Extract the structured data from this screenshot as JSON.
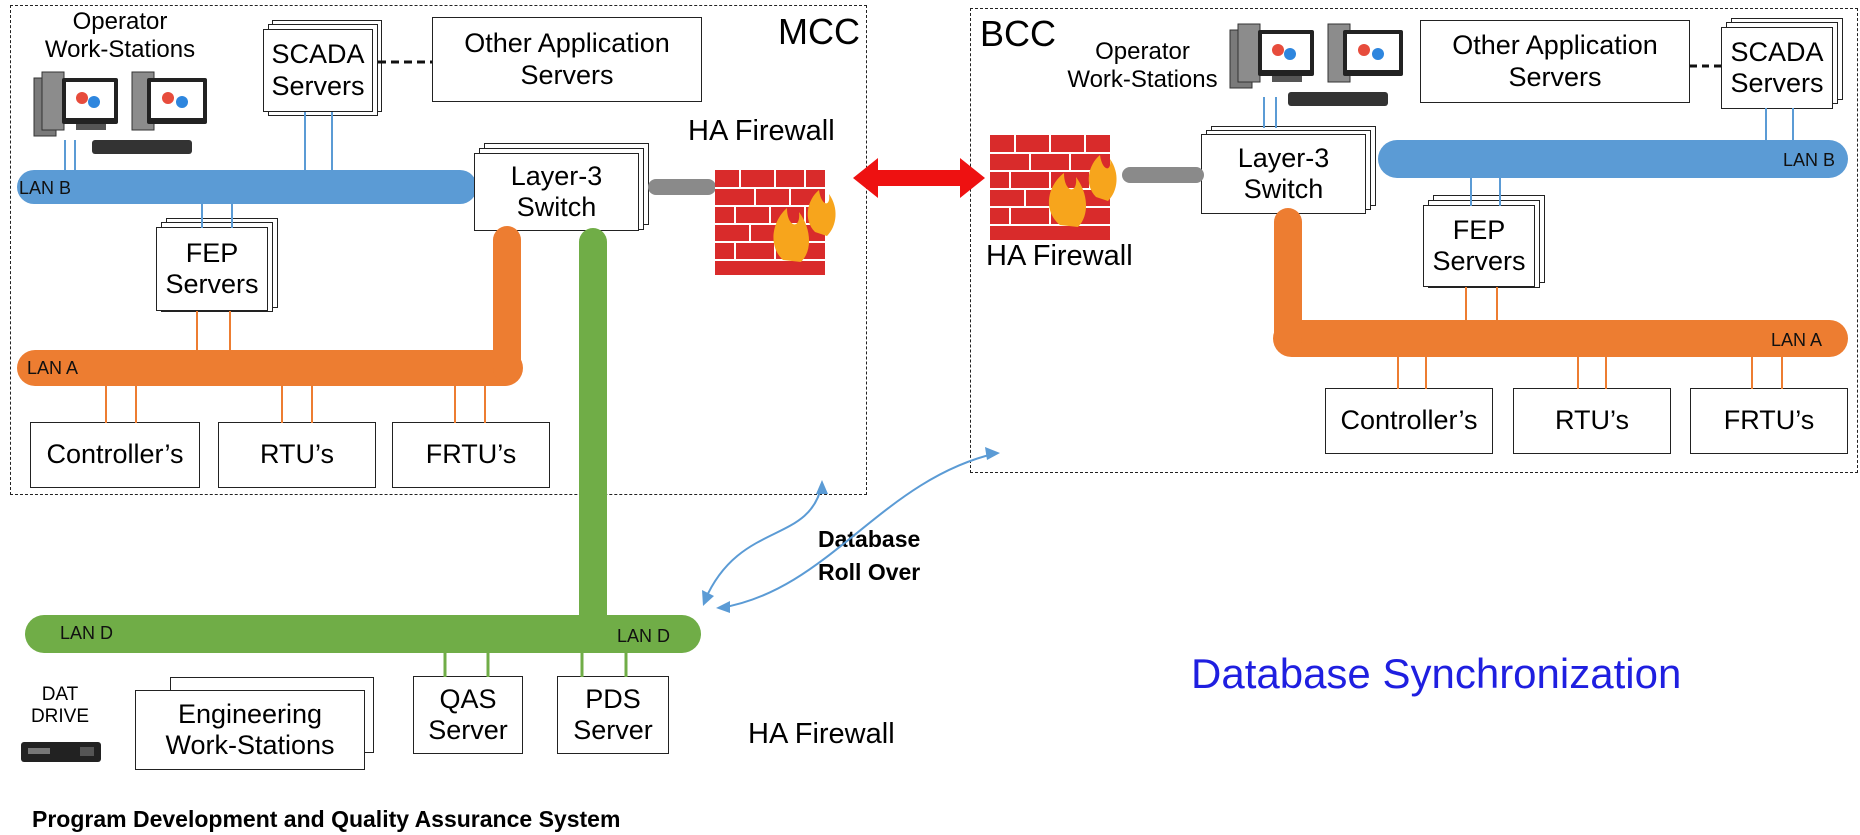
{
  "mcc": {
    "title": "MCC",
    "operator_label": "Operator\nWork-Stations",
    "scada_servers": "SCADA\nServers",
    "other_app_servers": "Other Application\nServers",
    "layer3_switch": "Layer-3\nSwitch",
    "fep_servers": "FEP\nServers",
    "ha_firewall": "HA Firewall",
    "lan_b": "LAN B",
    "lan_a": "LAN A",
    "controllers": "Controller’s",
    "rtus": "RTU’s",
    "frtus": "FRTU’s"
  },
  "bcc": {
    "title": "BCC",
    "operator_label": "Operator\nWork-Stations",
    "other_app_servers": "Other Application\nServers",
    "scada_servers": "SCADA\nServers",
    "layer3_switch": "Layer-3\nSwitch",
    "fep_servers": "FEP\nServers",
    "ha_firewall": "HA Firewall",
    "lan_b": "LAN B",
    "lan_a": "LAN A",
    "controllers": "Controller’s",
    "rtus": "RTU’s",
    "frtus": "FRTU’s"
  },
  "pdqas": {
    "lan_d_left": "LAN D",
    "lan_d_right": "LAN D",
    "dat_drive": "DAT\nDRIVE",
    "engineering_ws": "Engineering\nWork-Stations",
    "qas_server": "QAS\nServer",
    "pds_server": "PDS\nServer",
    "ha_firewall": "HA Firewall",
    "system_title": "Program Development and Quality Assurance System"
  },
  "database_roll_over": "Database\nRoll Over",
  "database_sync": "Database Synchronization",
  "colors": {
    "lan_b": "#5b9bd5",
    "lan_a": "#ed7d31",
    "lan_d": "#70ad47",
    "sync_text": "#1f1fe0",
    "link_arrow": "#ee1111",
    "firewall_brick": "#d92b2b",
    "flame": "#f7a51c"
  }
}
